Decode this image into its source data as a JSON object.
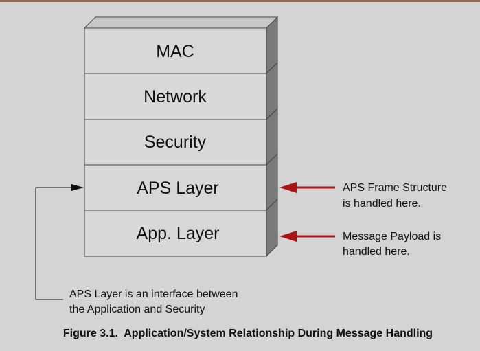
{
  "diagram": {
    "layers": [
      {
        "label": "MAC"
      },
      {
        "label": "Network"
      },
      {
        "label": "Security"
      },
      {
        "label": "APS Layer"
      },
      {
        "label": "App. Layer"
      }
    ],
    "right_notes": [
      {
        "line1": "APS Frame Structure",
        "line2": "is handled here."
      },
      {
        "line1": "Message Payload is",
        "line2": "handled here."
      }
    ],
    "left_note": {
      "line1": "APS Layer is an interface between",
      "line2": "the Application and Security"
    },
    "caption": "Figure 3.1.  Application/System Relationship During Message Handling",
    "colors": {
      "background": "#d4d4d4",
      "layer_face": "#d8d8d8",
      "layer_side": "#7a7a7a",
      "layer_top": "#c8c8c8",
      "outline": "#444444",
      "red_arrow": "#aa1414",
      "black_arrow": "#111111",
      "top_rule": "#8a6a55"
    }
  }
}
